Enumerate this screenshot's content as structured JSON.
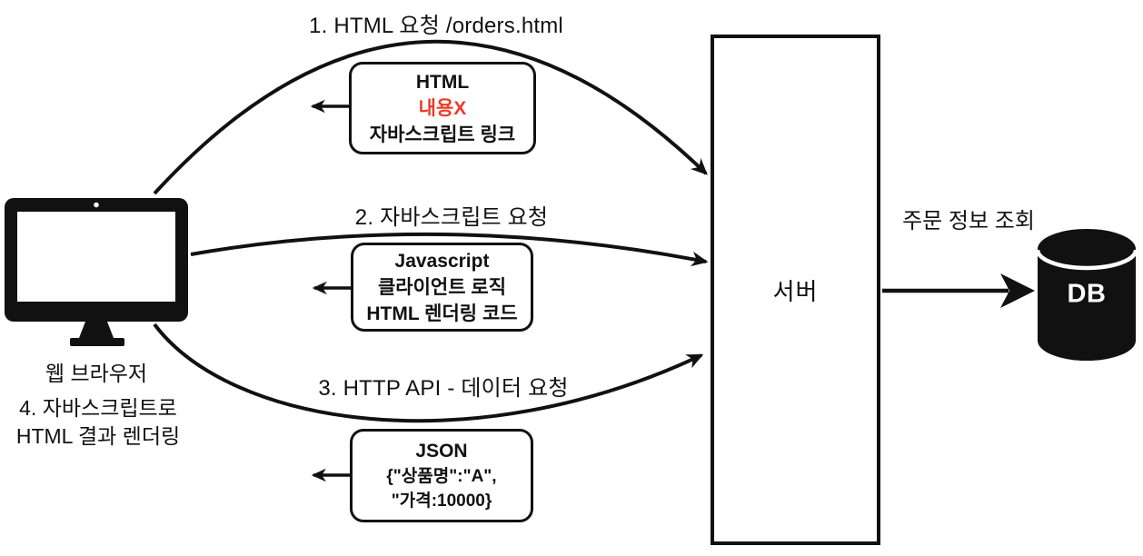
{
  "nodes": {
    "browser": {
      "label": "웹 브라우저",
      "note_line1": "4. 자바스크립트로",
      "note_line2": "HTML 결과 렌더링"
    },
    "server": {
      "label": "서버"
    },
    "database": {
      "label": "DB",
      "query_label": "주문 정보 조회"
    }
  },
  "requests": [
    {
      "label": "1. HTML 요청 /orders.html"
    },
    {
      "label": "2. 자바스크립트 요청"
    },
    {
      "label": "3. HTTP API -  데이터 요청"
    }
  ],
  "responses": [
    {
      "title": "HTML",
      "line2": "내용X",
      "line3": "자바스크립트 링크"
    },
    {
      "title": "Javascript",
      "line2": "클라이언트 로직",
      "line3": "HTML 렌더링 코드"
    },
    {
      "title": "JSON",
      "line2": "{\"상품명\":\"A\",",
      "line3": "\"가격:10000}"
    }
  ],
  "colors": {
    "ink": "#111111",
    "highlight_red": "#ee3a26",
    "background": "#ffffff"
  }
}
